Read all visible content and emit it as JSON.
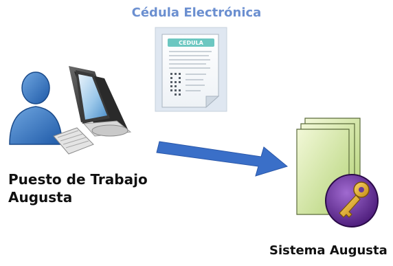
{
  "title": "Cédula Electrónica",
  "document_icon": {
    "header_text": "CEDULA",
    "icon": "document-icon"
  },
  "workstation": {
    "label_line1": "Puesto de Trabajo",
    "label_line2": "Augusta",
    "icons": [
      "user-icon",
      "computer-monitor-icon",
      "keyboard-icon"
    ]
  },
  "system": {
    "label": "Sistema Augusta",
    "icons": [
      "documents-stack-icon",
      "key-icon"
    ]
  },
  "arrow": {
    "icon": "arrow-right-icon",
    "color": "#3a6fc8"
  }
}
